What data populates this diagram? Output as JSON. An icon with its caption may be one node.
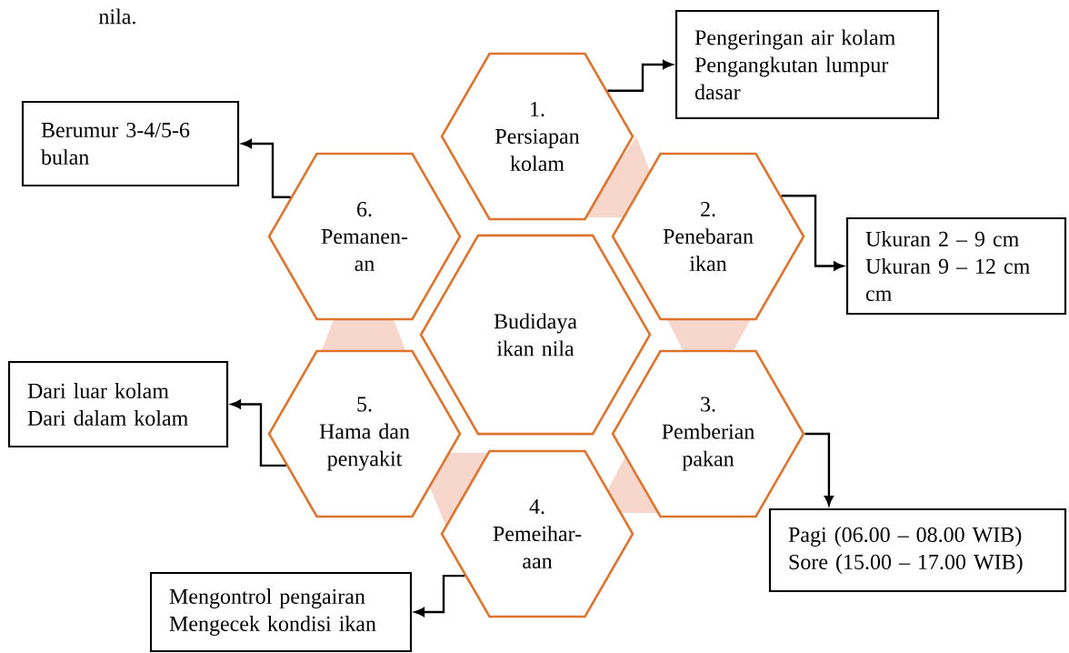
{
  "diagram": {
    "nodes": [
      {
        "text": [
          "1.",
          "Persiapan kolam"
        ]
      },
      {
        "text": [
          "2.",
          "Penebaran ikan"
        ]
      },
      {
        "text": [
          "3.",
          "Pemberian pakan"
        ]
      },
      {
        "text": [
          "4.",
          "Pemeihar- aan"
        ]
      },
      {
        "text": [
          "5.",
          "Hama dan penyakit"
        ]
      },
      {
        "text": [
          "6.",
          "Pemanen- an"
        ]
      },
      {
        "text": [
          "Budidaya ikan nila"
        ]
      },
      {
        "text": [
          "Pengeringan air kolam",
          "Pengangkutan lumpur dasar"
        ]
      },
      {
        "text": [
          "Ukuran 2 – 9 cm",
          "Ukuran 9 – 12 cm cm"
        ]
      },
      {
        "text": [
          "Pagi (06.00 – 08.00 WIB)",
          "Sore (15.00 – 17.00 WIB)"
        ]
      },
      {
        "text": [
          "Mengontrol pengairan",
          "Mengecek kondisi ikan"
        ]
      },
      {
        "text": [
          "Dari luar kolam",
          "Dari dalam kolam"
        ]
      },
      {
        "text": [
          "Berumur 3-4/5-6 bulan"
        ]
      }
    ],
    "edges": [
      {
        "from": 0,
        "to": 7,
        "arrow": "to"
      },
      {
        "from": 1,
        "to": 8,
        "arrow": "to"
      },
      {
        "from": 2,
        "to": 9,
        "arrow": "to"
      },
      {
        "from": 3,
        "to": 10,
        "arrow": "to"
      },
      {
        "from": 4,
        "to": 11,
        "arrow": "to"
      },
      {
        "from": 5,
        "to": 12,
        "arrow": "to"
      }
    ],
    "labels": [
      "nila."
    ]
  }
}
